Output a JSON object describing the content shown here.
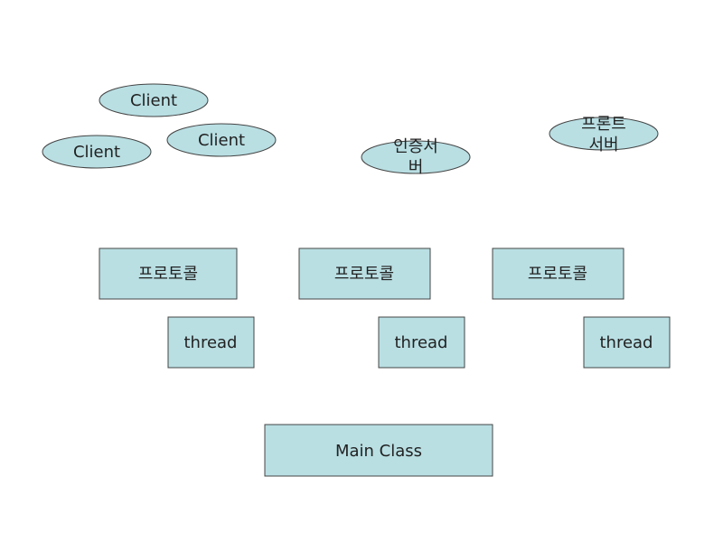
{
  "colors": {
    "fill": "#b9dfe3",
    "stroke": "#444444"
  },
  "clients": [
    "Client",
    "Client",
    "Client"
  ],
  "auth_server": {
    "line1": "인증서",
    "line2": "버"
  },
  "front_server": {
    "line1": "프론트",
    "line2": "서버"
  },
  "protocols": [
    "프로토콜",
    "프로토콜",
    "프로토콜"
  ],
  "threads": [
    "thread",
    "thread",
    "thread"
  ],
  "main_class": "Main Class"
}
